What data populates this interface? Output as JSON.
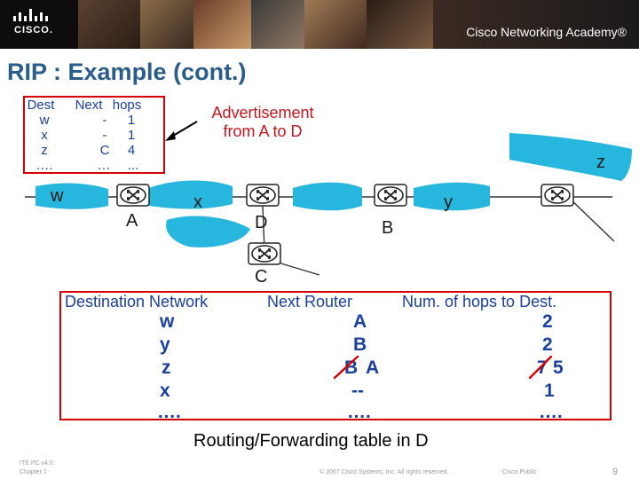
{
  "header": {
    "brand": "CISCO.",
    "academy": "Cisco Networking Academy®"
  },
  "slide": {
    "title": "RIP : Example (cont.)",
    "advertisement": [
      "Advertisement",
      "from A to D"
    ],
    "caption": "Routing/Forwarding table in D",
    "page_number": "9"
  },
  "rip_table": {
    "columns": [
      "Dest",
      "Next",
      "hops"
    ],
    "rows": [
      [
        "w",
        "-",
        "1"
      ],
      [
        "x",
        "-",
        "1"
      ],
      [
        "z",
        "C",
        "4"
      ],
      [
        "….",
        "…",
        "..."
      ]
    ]
  },
  "network": {
    "routers": [
      "A",
      "D",
      "B",
      "C"
    ],
    "subnets": [
      "w",
      "x",
      "y",
      "z"
    ]
  },
  "forwarding_table": {
    "headers": [
      "Destination Network",
      "Next  Router",
      "Num. of hops to Dest."
    ],
    "rows": [
      {
        "dest": "w",
        "next": "A",
        "hops": "2"
      },
      {
        "dest": "y",
        "next": "B",
        "hops": "2"
      },
      {
        "dest": "z",
        "next_old": "B",
        "next": "A",
        "hops_old": "7",
        "hops": "5"
      },
      {
        "dest": "x",
        "next": "--",
        "hops": "1"
      },
      {
        "dest": "….",
        "next": "….",
        "hops": "…."
      }
    ]
  },
  "footer": {
    "course": "ITE PC v4.0",
    "chapter": "Chapter 1",
    "copyright": "© 2007 Cisco Systems, Inc. All rights reserved.",
    "classification": "Cisco Public"
  },
  "colors": {
    "title": "#2a5d8a",
    "table_text": "#1a3f9c",
    "border": "#d60000",
    "subnet": "#27b6dd",
    "advert": "#c4161c"
  }
}
